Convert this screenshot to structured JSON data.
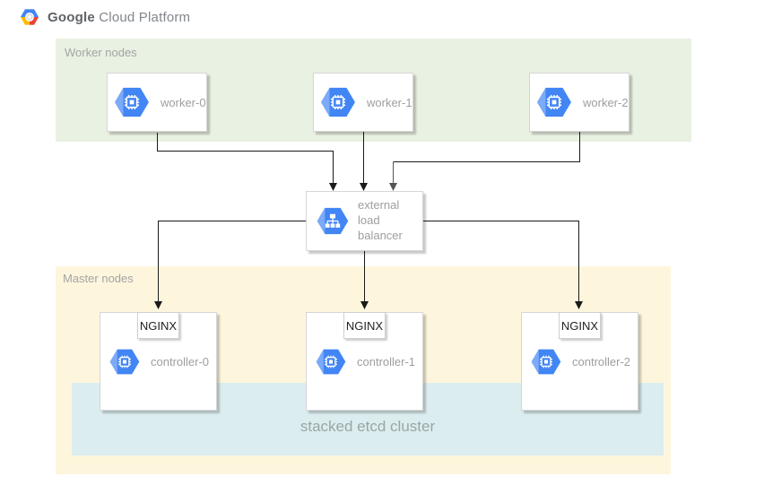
{
  "header": {
    "brand_bold": "Google",
    "brand_light": "Cloud Platform"
  },
  "sections": {
    "worker_group_label": "Worker nodes",
    "master_group_label": "Master nodes",
    "etcd_label": "stacked etcd cluster"
  },
  "nodes": {
    "workers": [
      {
        "label": "worker-0",
        "icon": "compute-engine-icon"
      },
      {
        "label": "worker-1",
        "icon": "compute-engine-icon"
      },
      {
        "label": "worker-2",
        "icon": "compute-engine-icon"
      }
    ],
    "load_balancer": {
      "label": "external load balancer",
      "icon": "load-balancer-icon"
    },
    "controllers": [
      {
        "label": "controller-0",
        "badge": "NGINX",
        "icon": "compute-engine-icon"
      },
      {
        "label": "controller-1",
        "badge": "NGINX",
        "icon": "compute-engine-icon"
      },
      {
        "label": "controller-2",
        "badge": "NGINX",
        "icon": "compute-engine-icon"
      }
    ]
  },
  "colors": {
    "worker_band": "#e9f1e2",
    "master_band": "#fdf6dd",
    "etcd_band": "#dcedf0",
    "icon_blue": "#4285f4",
    "icon_blue_light": "#7baaf7",
    "label_gray": "#9e9e9e",
    "connector_black": "#1a1a1a",
    "connector_gray": "#555555"
  }
}
